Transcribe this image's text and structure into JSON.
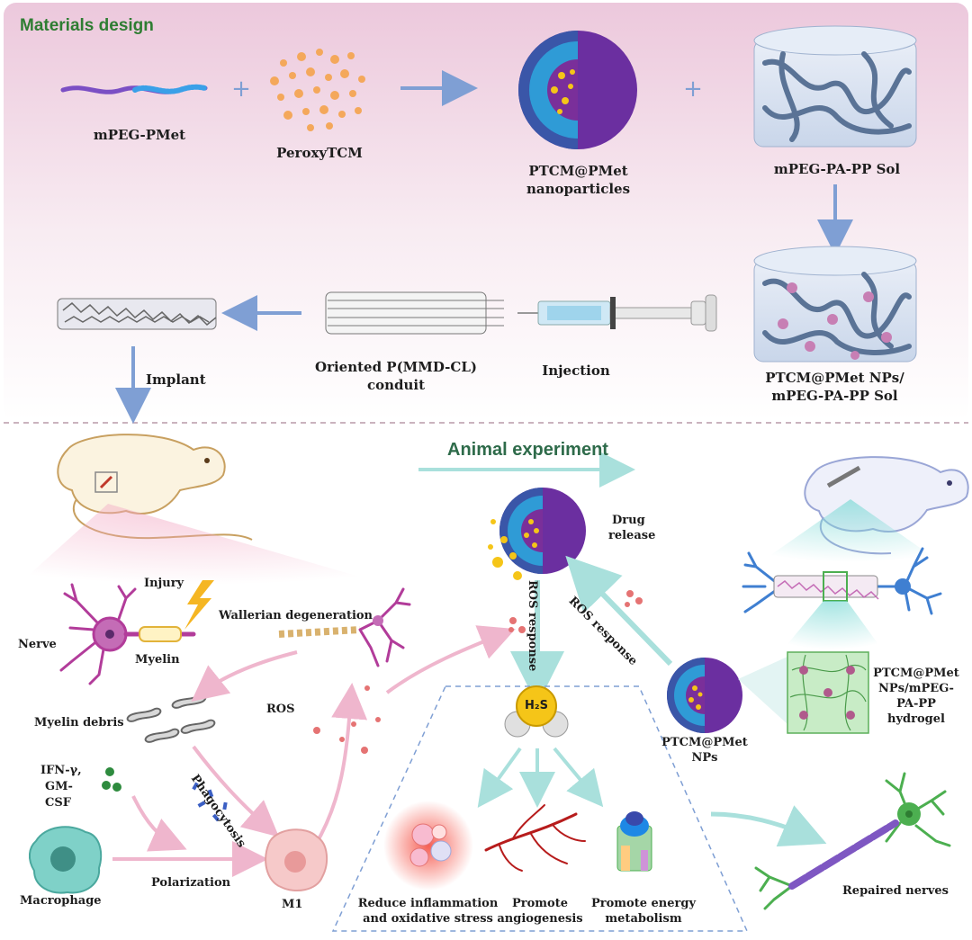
{
  "sections": {
    "materials": "Materials design",
    "animal": "Animal experiment"
  },
  "top": {
    "mpeg_pmet": "mPEG-PMet",
    "peroxytcm": "PeroxyTCM",
    "np_line1": "PTCM@PMet",
    "np_line2": "nanoparticles",
    "sol": "mPEG-PA-PP Sol",
    "gel_line1": "PTCM@PMet NPs/",
    "gel_line2": "mPEG-PA-PP Sol",
    "injection": "Injection",
    "conduit_line1": "Oriented P(MMD-CL)",
    "conduit_line2": "conduit",
    "implant": "Implant"
  },
  "bottom": {
    "injury": "Injury",
    "nerve": "Nerve",
    "myelin": "Myelin",
    "wallerian": "Wallerian degeneration",
    "myelin_debris": "Myelin debris",
    "ros": "ROS",
    "phagocytosis": "Phagocytosis",
    "ifn1": "IFN-γ,",
    "ifn2": "GM-",
    "ifn3": "CSF",
    "macrophage": "Macrophage",
    "polarization": "Polarization",
    "m1": "M1",
    "drug1": "Drug",
    "drug2": "release",
    "ros_response_v": "ROS response",
    "ros_response_d": "ROS response",
    "h2s": "H₂S",
    "nps1": "PTCM@PMet",
    "nps2": "NPs",
    "hydro1": "PTCM@PMet",
    "hydro2": "NPs/mPEG-",
    "hydro3": "PA-PP",
    "hydro4": "hydrogel",
    "reduce1": "Reduce inflammation",
    "reduce2": "and oxidative stress",
    "angio1": "Promote",
    "angio2": "angiogenesis",
    "energy1": "Promote energy",
    "energy2": "metabolism",
    "repaired": "Repaired nerves"
  },
  "colors": {
    "top_bg": "#f3dce8",
    "section_green": "#2e7d32",
    "arrow_blue": "#7f9fd4",
    "teal_arrow": "#a9e0dc",
    "pink_arrow": "#efb6cd",
    "np_purple": "#6b2fa0",
    "np_blue": "#2f9bd6",
    "gold": "#f5c518",
    "nerve_pink": "#b23c9a",
    "neuron_blue": "#3f7fd1",
    "neuron_green": "#4caf50"
  }
}
